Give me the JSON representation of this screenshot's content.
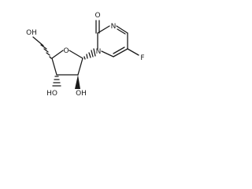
{
  "atoms": {
    "o_ring": "O",
    "n_ring_1": "N",
    "n_ring_3": "N",
    "o_carbonyl": "O",
    "fluorine": "F",
    "hydroxyl_methyl": "OH",
    "hydroxyl_3": "HO",
    "hydroxyl_2": "OH"
  },
  "colors": {
    "ink": "#1a1a1a",
    "background": "#ffffff"
  }
}
